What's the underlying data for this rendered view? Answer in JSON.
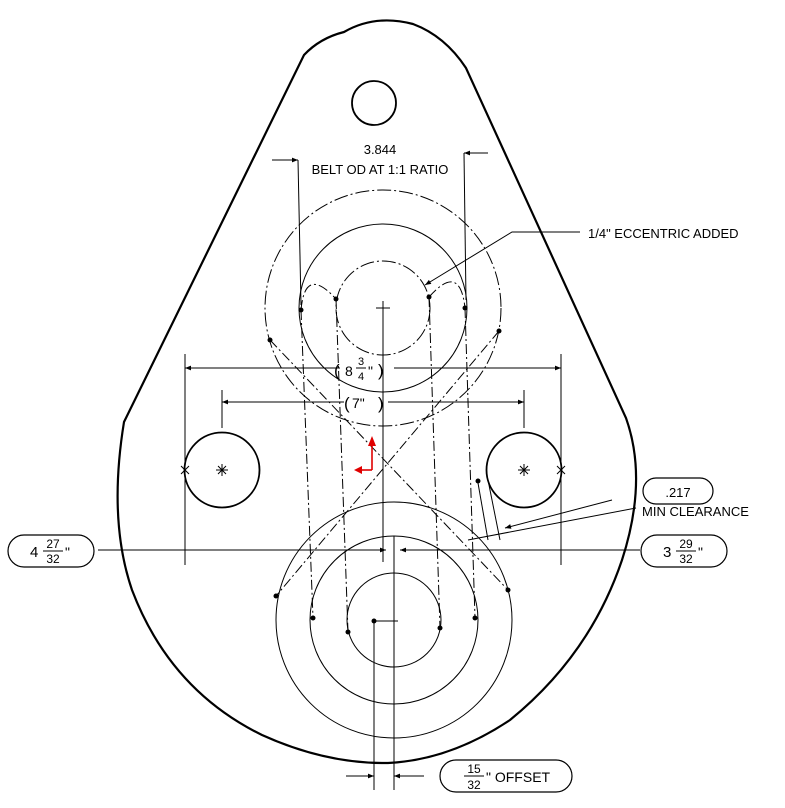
{
  "dimensions": {
    "belt_od": {
      "value": "3.844",
      "label": "BELT OD AT 1:1 RATIO"
    },
    "eccentric": {
      "label": "1/4\" ECCENTRIC ADDED"
    },
    "outer_spacing": {
      "whole": "8",
      "num": "3",
      "den": "4",
      "unit": "\"",
      "open": "(",
      "close": ")"
    },
    "inner_spacing": {
      "text": "7\"",
      "open": "(",
      "close": ")"
    },
    "clearance": {
      "value": ".217",
      "label": "MIN CLEARANCE"
    },
    "left_offset": {
      "whole": "4",
      "num": "27",
      "den": "32",
      "unit": "\""
    },
    "right_offset": {
      "whole": "3",
      "num": "29",
      "den": "32",
      "unit": "\""
    },
    "bottom_offset": {
      "num": "15",
      "den": "32",
      "label": "\" OFFSET"
    }
  },
  "colors": {
    "axis": "#e00000",
    "ink": "#000000"
  }
}
